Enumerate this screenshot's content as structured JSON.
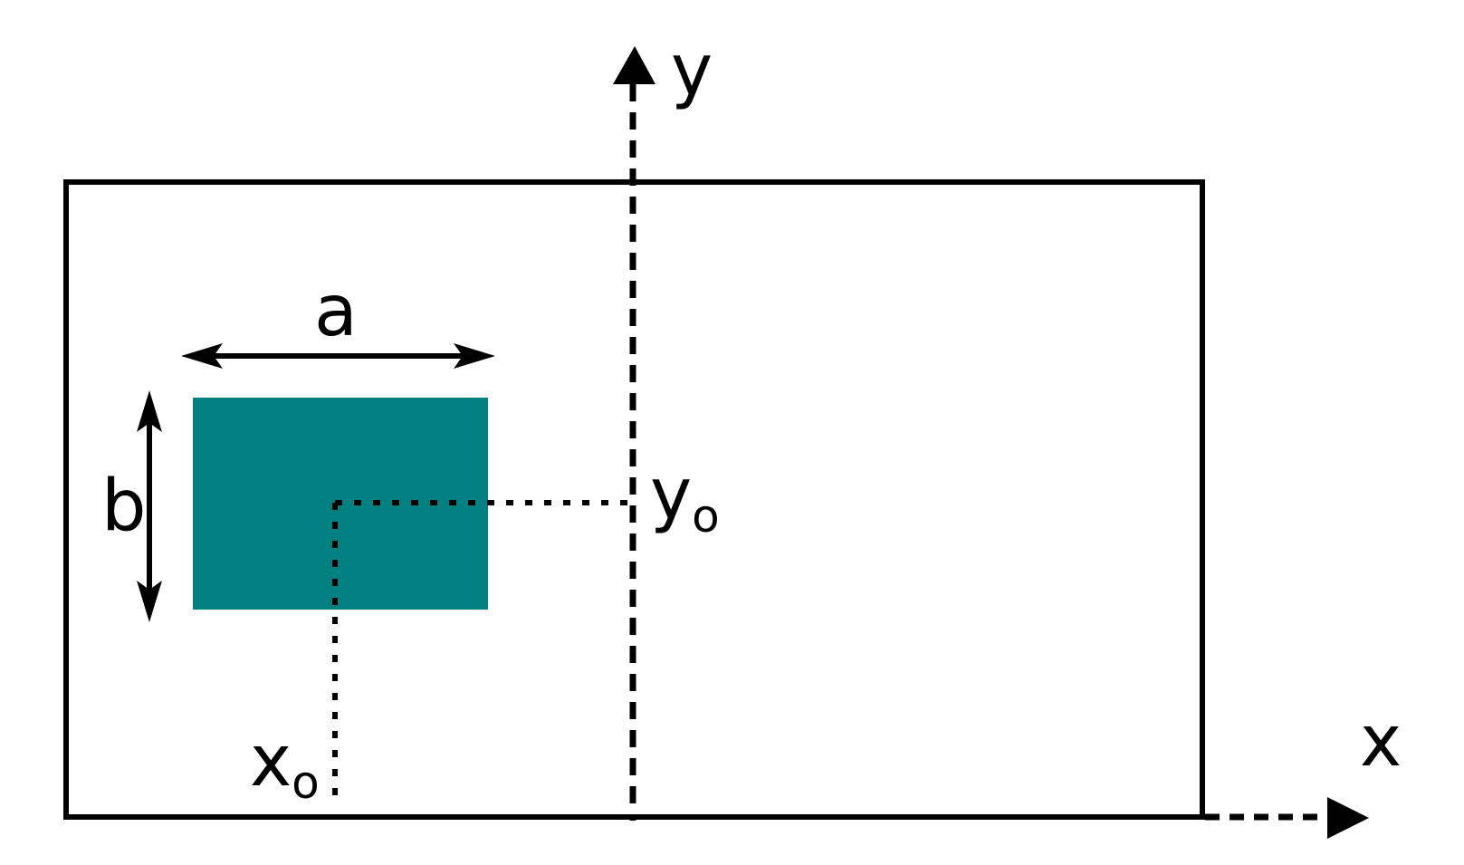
{
  "figure": {
    "labels": {
      "y_axis": "y",
      "x_axis": "x",
      "dim_width": "a",
      "dim_height": "b",
      "y0_main": "y",
      "y0_sub": "o",
      "x0_main": "x",
      "x0_sub": "o"
    },
    "colors": {
      "inner_rect_fill": "#008080",
      "line": "#000000",
      "background": "#ffffff"
    }
  }
}
